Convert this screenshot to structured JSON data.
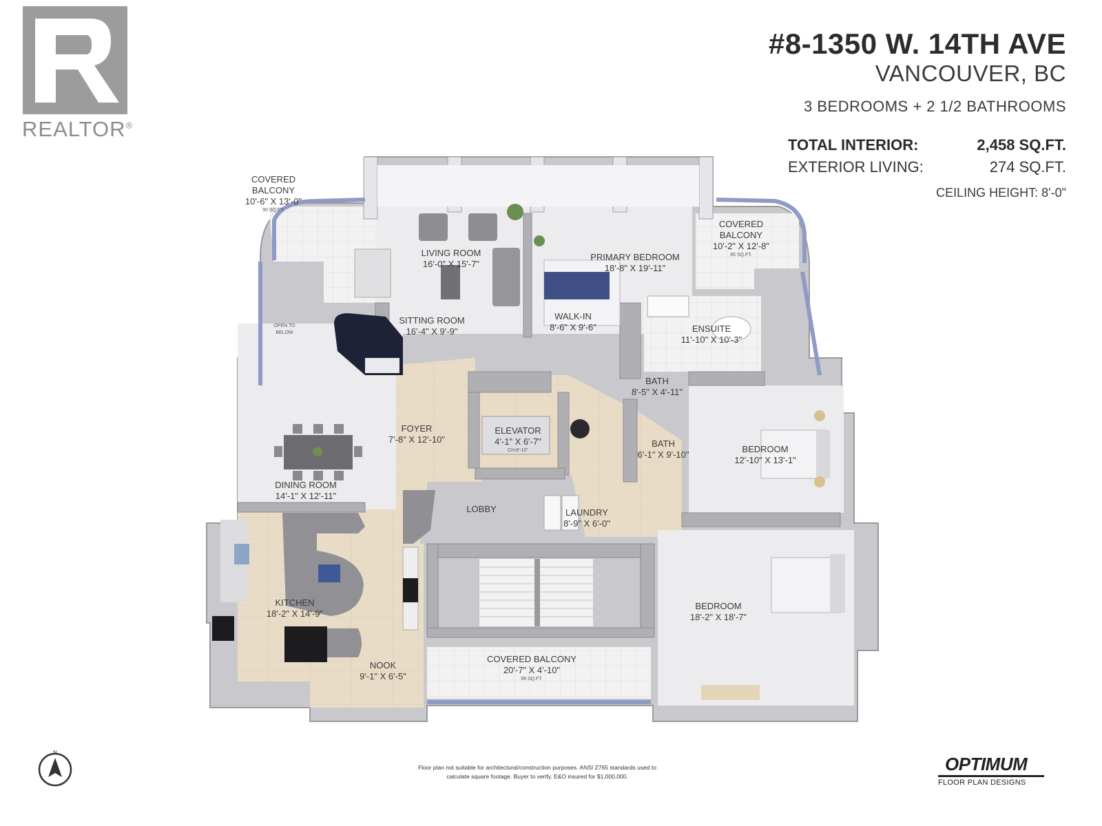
{
  "logo": {
    "word": "REALTOR",
    "mark": "®",
    "letter": "R"
  },
  "header": {
    "address": "#8-1350 W. 14TH AVE",
    "city": "VANCOUVER, BC",
    "bedrooms": "3 BEDROOMS + 2 1/2 BATHROOMS",
    "total_interior_label": "TOTAL INTERIOR:",
    "total_interior_value": "2,458 SQ.FT.",
    "exterior_living_label": "EXTERIOR LIVING:",
    "exterior_living_value": "274 SQ.FT.",
    "ceiling_height": "CEILING HEIGHT: 8'-0\""
  },
  "rooms": {
    "balcony_nw": {
      "name": "COVERED",
      "name2": "BALCONY",
      "dims": "10'-6\" X 13'-0\"",
      "area": "90 SQ.FT."
    },
    "balcony_ne": {
      "name": "COVERED",
      "name2": "BALCONY",
      "dims": "10'-2\" X 12'-8\"",
      "area": "85 SQ.FT."
    },
    "living": {
      "name": "LIVING ROOM",
      "dims": "16'-0\" X 15'-7\""
    },
    "primary": {
      "name": "PRIMARY BEDROOM",
      "dims": "18'-8\" X 19'-11\""
    },
    "walkin": {
      "name": "WALK-IN",
      "dims": "8'-6\" X 9'-6\""
    },
    "ensuite": {
      "name": "ENSUITE",
      "dims": "11'-10\" X 10'-3\""
    },
    "open_below": {
      "name": "OPEN TO",
      "name2": "BELOW"
    },
    "sitting": {
      "name": "SITTING ROOM",
      "dims": "16'-4\" X 9'-9\""
    },
    "bath1": {
      "name": "BATH",
      "dims": "8'-5\" X 4'-11\""
    },
    "bath2": {
      "name": "BATH",
      "dims": "6'-1\" X 9'-10\""
    },
    "bedroom2": {
      "name": "BEDROOM",
      "dims": "12'-10\" X 13'-1\""
    },
    "foyer": {
      "name": "FOYER",
      "dims": "7'-8\" X 12'-10\""
    },
    "elevator": {
      "name": "ELEVATOR",
      "dims": "4'-1\" X 6'-7\"",
      "ceiling": "CH:8'-10\""
    },
    "dining": {
      "name": "DINING ROOM",
      "dims": "14'-1\" X 12'-11\""
    },
    "lobby": {
      "name": "LOBBY"
    },
    "laundry": {
      "name": "LAUNDRY",
      "dims": "8'-9\" X 6'-0\""
    },
    "kitchen": {
      "name": "KITCHEN",
      "dims": "18'-2\" X 14'-9\""
    },
    "bedroom3": {
      "name": "BEDROOM",
      "dims": "18'-2\" X 18'-7\""
    },
    "nook": {
      "name": "NOOK",
      "dims": "9'-1\" X 6'-5\""
    },
    "balcony_s": {
      "name": "COVERED BALCONY",
      "dims": "20'-7\" X 4'-10\"",
      "area": "99 SQ.FT."
    }
  },
  "footer": {
    "disclaimer_line1": "Floor plan not suitable for architectural/construction purposes. ANSI Z765 standards used to",
    "disclaimer_line2": "calculate square footage. Buyer to verify. E&O insured for $1,000,000.",
    "north_label": "N",
    "brand_name": "OPTIMUM",
    "brand_tagline": "FLOOR PLAN DESIGNS"
  },
  "icons": [
    "realtor-logo-icon",
    "north-arrow-icon"
  ],
  "colors": {
    "wall": "#b4b4b8",
    "floor_wood": "#e8dcc8",
    "floor_light": "#ececec",
    "glass": "#9aa6c8",
    "tile": "#f1f1f1"
  }
}
